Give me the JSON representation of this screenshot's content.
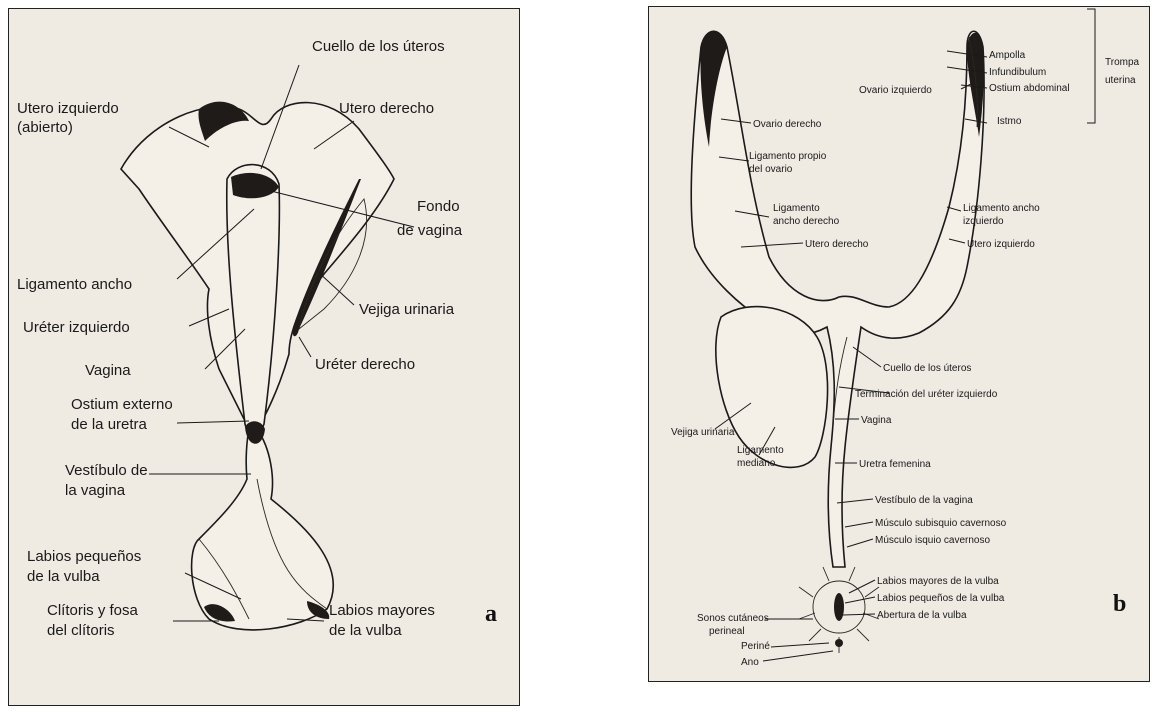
{
  "panel_a": {
    "letter": "a",
    "labels": {
      "cuello": "Cuello de los úteros",
      "utero_izq_1": "Utero izquierdo",
      "utero_izq_2": "(abierto)",
      "utero_der": "Utero derecho",
      "fondo_1": "Fondo",
      "fondo_2": "de vagina",
      "lig_ancho": "Ligamento ancho",
      "vejiga": "Vejiga urinaria",
      "ureter_izq": "Uréter izquierdo",
      "vagina": "Vagina",
      "ureter_der": "Uréter derecho",
      "ostium_1": "Ostium externo",
      "ostium_2": "de la uretra",
      "vestibulo_1": "Vestíbulo de",
      "vestibulo_2": "la vagina",
      "labios_peq_1": "Labios pequeños",
      "labios_peq_2": "de la vulba",
      "clitoris_1": "Clítoris y fosa",
      "clitoris_2": "del clítoris",
      "labios_may_1": "Labios mayores",
      "labios_may_2": "de la vulba"
    }
  },
  "panel_b": {
    "letter": "b",
    "labels": {
      "ampolla": "Ampolla",
      "infundibulum": "Infundibulum",
      "ostium_abd": "Ostium abdominal",
      "istmo": "Istmo",
      "trompa_1": "Trompa",
      "trompa_2": "uterina",
      "ovario_izq": "Ovario izquierdo",
      "ovario_der": "Ovario derecho",
      "lig_propio_1": "Ligamento propio",
      "lig_propio_2": "del ovario",
      "lig_ancho_der_1": "Ligamento",
      "lig_ancho_der_2": "ancho derecho",
      "lig_ancho_izq_1": "Ligamento ancho",
      "lig_ancho_izq_2": "izquierdo",
      "utero_der": "Utero derecho",
      "utero_izq": "Utero izquierdo",
      "cuello": "Cuello de los úteros",
      "term_ureter": "Terminación del uréter izquierdo",
      "vagina": "Vagina",
      "vejiga": "Vejiga urinaria",
      "lig_mediano_1": "Ligamento",
      "lig_mediano_2": "mediano",
      "uretra": "Uretra femenina",
      "vestibulo": "Vestíbulo de la vagina",
      "musc_sub": "Músculo subisquio cavernoso",
      "musc_isq": "Músculo isquio cavernoso",
      "labios_may": "Labios mayores de la vulba",
      "labios_peq": "Labios pequeños de la vulba",
      "abertura": "Abertura de la vulba",
      "senos_1": "Sonos cutáneos",
      "senos_2": "perineal",
      "perine": "Periné",
      "ano": "Ano"
    }
  }
}
